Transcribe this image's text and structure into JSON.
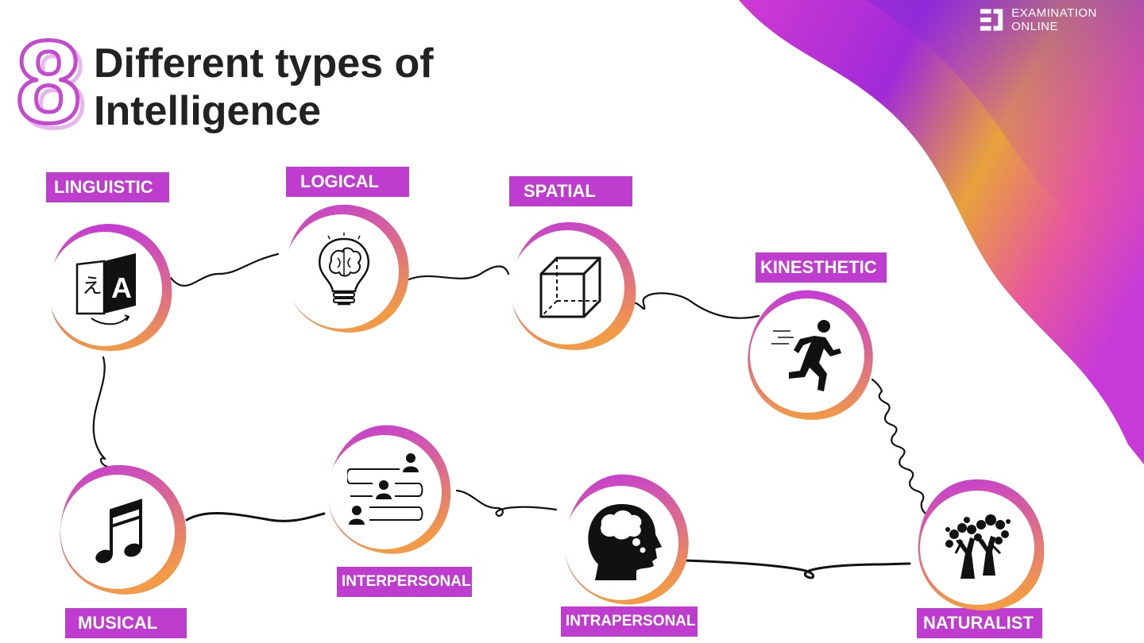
{
  "brand": {
    "name": "EXAMINATION ONLINE",
    "logo_icon": "exam-logo-icon"
  },
  "title": {
    "number": "8",
    "line1": "Different types of",
    "line2": "Intelligence"
  },
  "colors": {
    "label_bg": "#bf3dce",
    "ring_top": "#c43bd6",
    "ring_bottom": "#f29a45",
    "wave_purple": "#d23ad4",
    "wave_orange": "#e8a23c"
  },
  "nodes": [
    {
      "label": "LINGUISTIC",
      "icon": "translate-icon"
    },
    {
      "label": "LOGICAL",
      "icon": "lightbulb-brain-icon"
    },
    {
      "label": "SPATIAL",
      "icon": "cube-icon"
    },
    {
      "label": "KINESTHETIC",
      "icon": "running-person-icon"
    },
    {
      "label": "MUSICAL",
      "icon": "music-note-icon"
    },
    {
      "label": "INTERPERSONAL",
      "icon": "people-network-icon"
    },
    {
      "label": "INTRAPERSONAL",
      "icon": "thinking-head-icon"
    },
    {
      "label": "NATURALIST",
      "icon": "trees-icon"
    }
  ]
}
